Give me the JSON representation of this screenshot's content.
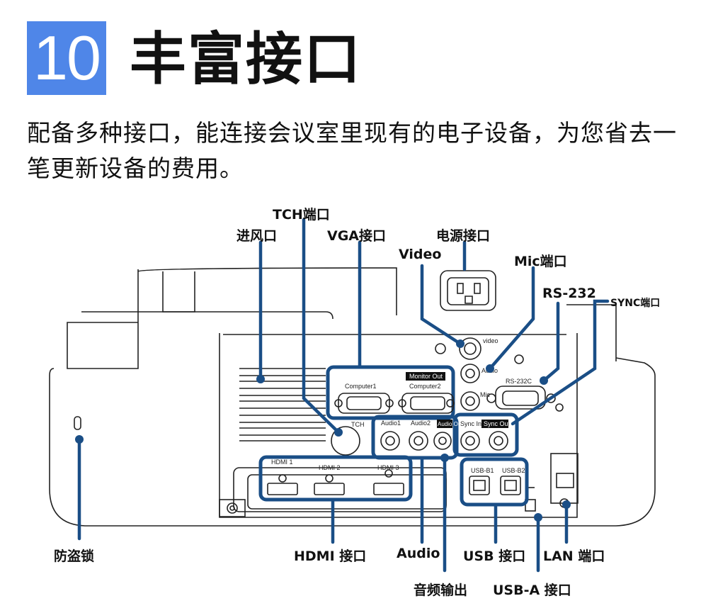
{
  "header": {
    "number": "10",
    "title": "丰富接口"
  },
  "description": "配备多种接口，能连接会议室里现有的电子设备，为您省去一笔更新设备的费用。",
  "callouts": {
    "tch": "TCH端口",
    "vent": "进风口",
    "vga": "VGA接口",
    "power": "电源接口",
    "video": "Video",
    "mic": "Mic端口",
    "rs232": "RS-232",
    "sync": "SYNC端口",
    "lock": "防盗锁",
    "hdmi": "HDMI 接口",
    "audio": "Audio",
    "usb": "USB 接口",
    "lan": "LAN 端口",
    "audio_out": "音频输出",
    "usb_a": "USB-A 接口"
  },
  "panel_labels": {
    "computer1": "Computer1",
    "monitor_out": "Monitor Out",
    "computer2": "Computer2",
    "video": "video",
    "audio": "Audio",
    "mic": "Mic",
    "rs232c": "RS-232C",
    "tch": "TCH",
    "audio1": "Audio1",
    "audio2": "Audio2",
    "audio_out": "Audio Out",
    "sync_in": "Sync In",
    "sync_out": "Sync Out",
    "hdmi1": "HDMI 1",
    "hdmi2": "HDMI 2",
    "hdmi3": "HDMI 3",
    "usb_b1": "USB-B1",
    "usb_b2": "USB-B2"
  },
  "colors": {
    "badge": "#4f86e8",
    "highlight": "#1a4e86",
    "line": "#111111"
  }
}
